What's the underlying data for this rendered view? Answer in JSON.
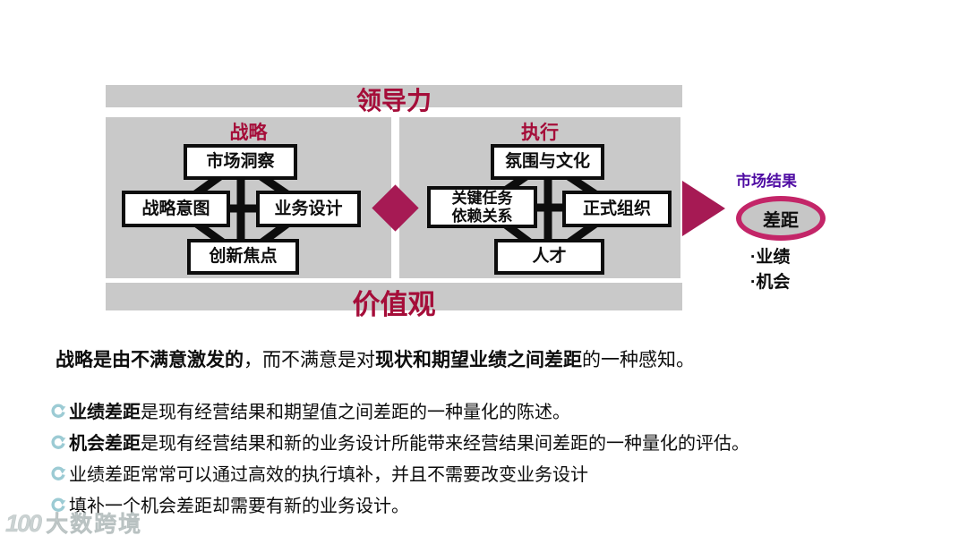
{
  "diagram": {
    "leadership_label": "领导力",
    "values_label": "价值观",
    "strategy": {
      "label": "战略",
      "nodes": {
        "top": "市场洞察",
        "left": "战略意图",
        "right": "业务设计",
        "bottom": "创新焦点"
      }
    },
    "execution": {
      "label": "执行",
      "nodes": {
        "top": "氛围与文化",
        "left_line1": "关键任务",
        "left_line2": "依赖关系",
        "right": "正式组织",
        "bottom": "人才"
      }
    },
    "market_results": {
      "label": "市场结果",
      "gap_label": "差距",
      "items": [
        "·业绩",
        "·机会"
      ]
    }
  },
  "body_text": {
    "intro": {
      "bold1": "战略是由不满意激发的",
      "normal1": "，而不满意是对",
      "bold2": "现状和期望业绩之间差距",
      "normal2": "的一种感知。"
    },
    "bullets": [
      {
        "bold": "业绩差距",
        "text": " 是现有经营结果和期望值之间差距的一种量化的陈述。"
      },
      {
        "bold": "机会差距",
        "text": " 是现有经营结果和新的业务设计所能带来经营结果间差距的一种量化的评估。"
      },
      {
        "bold": "",
        "text": "业绩差距常常可以通过高效的执行填补，并且不需要改变业务设计"
      },
      {
        "bold": "",
        "text": "填补一个机会差距却需要有新的业务设计。"
      }
    ]
  },
  "watermark": {
    "logo": "100",
    "text": "大数跨境"
  },
  "colors": {
    "crimson_text": "#A50D39",
    "magenta_shape": "#A61A54",
    "ellipse_border": "#C32568",
    "purple": "#4F0CA3",
    "panel_gray": "#C9C9C9",
    "bullet_teal": "#9CCBD4"
  }
}
